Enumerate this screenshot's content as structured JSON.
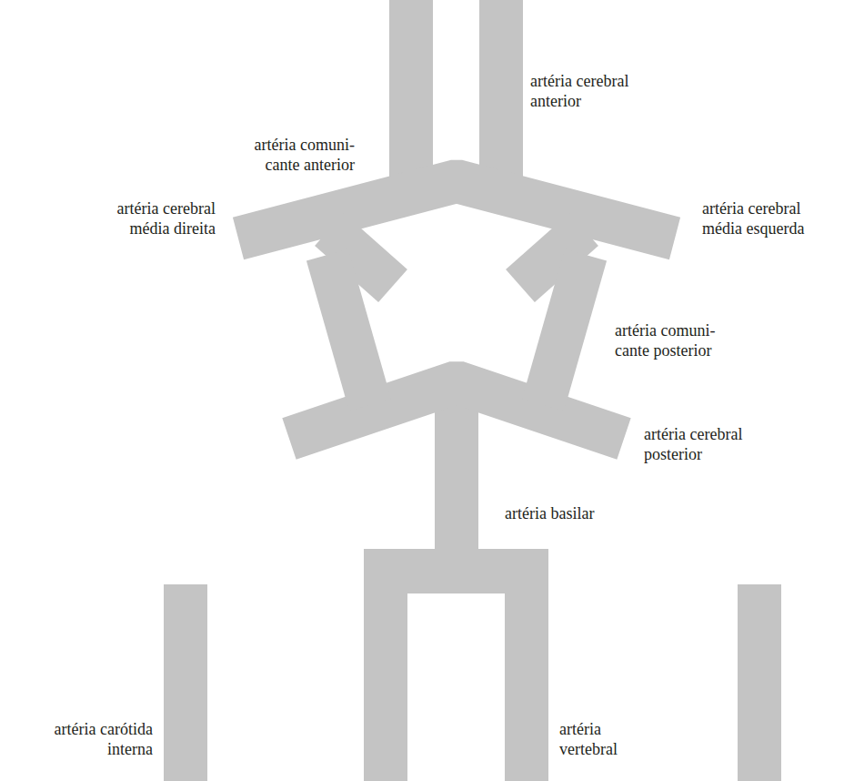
{
  "diagram": {
    "labels": [
      "artéria cerebral anterior",
      "artéria comuni- cante anterior",
      "artéria cerebral média direita",
      "artéria cerebral média esquerda",
      "artéria comuni- cante posterior",
      "artéria cerebral posterior",
      "artéria basilar",
      "artéria carótida interna",
      "artéria vertebral"
    ]
  }
}
